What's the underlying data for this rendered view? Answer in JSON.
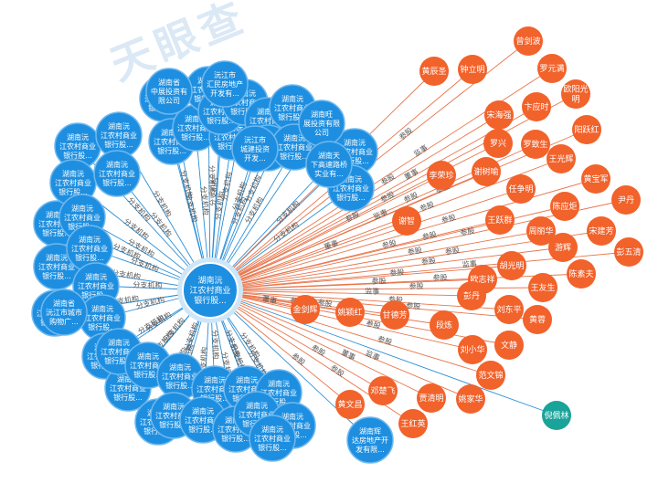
{
  "watermark": "天眼查",
  "center": {
    "label": "湖南沅\n江农村商业\n银行股..."
  },
  "colors": {
    "center": "#1e8fe0",
    "branch": "#1e8fe0",
    "person": "#f2622b",
    "teal": "#1aa39a",
    "edge_branch": "#2a8fd8",
    "edge_person": "#e8744a"
  },
  "edge_labels": {
    "branch": "分支机构",
    "shareholding": "参股",
    "supervisor": "监事",
    "director": "董事"
  },
  "branches": [
    "湖南沅\n江农村商业\n银行股...",
    "湖南沅\n江农村商业\n银行股...",
    "湖南沅\n江农村商业\n银行股...",
    "湖南沅\n江农村商业\n银行股...",
    "湖南沅\n江农村商业\n银行股...",
    "湖南沅\n江农村商业\n银行股...",
    "湖南沅\n江农村商业\n银行股...",
    "湖南沅\n江农村商业\n银行股...",
    "湖南沅\n江农村商业\n银行股...",
    "湖南沅\n江农村商业\n银行股...",
    "湖南沅\n江农村商业\n银行股...",
    "湖南沅\n江农村商业\n银行股...",
    "湖南沅\n江农村商业\n银行股...",
    "湖南沅\n江农村商业\n银行股...",
    "湖南沅\n江农村商业\n银行股...",
    "湖南沅\n江农村商业\n银行股...",
    "湖南沅\n江农村商业\n银行股...",
    "湖南沅\n江农村商业\n银行股...",
    "湖南沅\n江农村商业\n银行股...",
    "湖南沅\n江农村商业\n银行股...",
    "湖南沅\n江农村商业\n银行股...",
    "湖南沅\n江农村商业\n银行股...",
    "湖南沅\n江农村商业\n银行股...",
    "湖南沅\n江农村商业\n银行股...",
    "湖南沅\n江农村商业\n银行股...",
    "湖南沅\n江农村商业\n银行股...",
    "湖南沅\n江农村商业\n银行股...",
    "湖南沅\n江农村商业\n银行股...",
    "湖南沅\n江农村商业\n银行股...",
    "湖南沅\n江农村商业\n银行股...",
    "湖南沅\n江农村商业\n银行股...",
    "湖南沅\n江农村商业\n银行股...",
    "湖南沅\n江农村商业\n银行股...",
    "湖南沅\n江农村商业\n银行股...",
    "湖南沅\n江农村商业\n银行股...",
    "湖南沅\n江农村商业\n银行股...",
    "湖南沅\n江农村商业\n银行股...",
    "湖南沅\n江农村商业\n银行股...",
    "湖南沅\n江农村商业\n银行股...",
    "湖南省\n中展投资有\n限公司",
    "沅江市\n汇民房地产\n开发有...",
    "沅江市\n城建投资\n开发...",
    "湖南旺\n展投资有限\n公司",
    "湖南天\n下高速路桥\n实业有...",
    "湖南省\n沅江市城市\n购物广...",
    "湖南辉\n达房地产开\n发有限..."
  ],
  "persons": [
    "曾剑波",
    "黄辰圣",
    "钟立明",
    "罗元满",
    "欧阳光\n明",
    "卞应时",
    "宋海强",
    "阳跃红",
    "罗兴",
    "罗致生",
    "王光辉",
    "李荣珍",
    "谢树喻",
    "黄宝军",
    "任争明",
    "尹丹",
    "谢智",
    "陈应炬",
    "王跃群",
    "周丽华",
    "宋建芳",
    "彭五清",
    "游辉",
    "胡光明",
    "欧志祥",
    "陈素夫",
    "王友生",
    "金剑辉",
    "姚颖红",
    "甘德芳",
    "彭丹",
    "刘东平",
    "黄蓉",
    "段炼",
    "文静",
    "刘小华",
    "范文锦",
    "邓楚飞",
    "贾清明",
    "姚家华",
    "黄文昌",
    "王红英"
  ],
  "teal": [
    "倪佩林"
  ]
}
